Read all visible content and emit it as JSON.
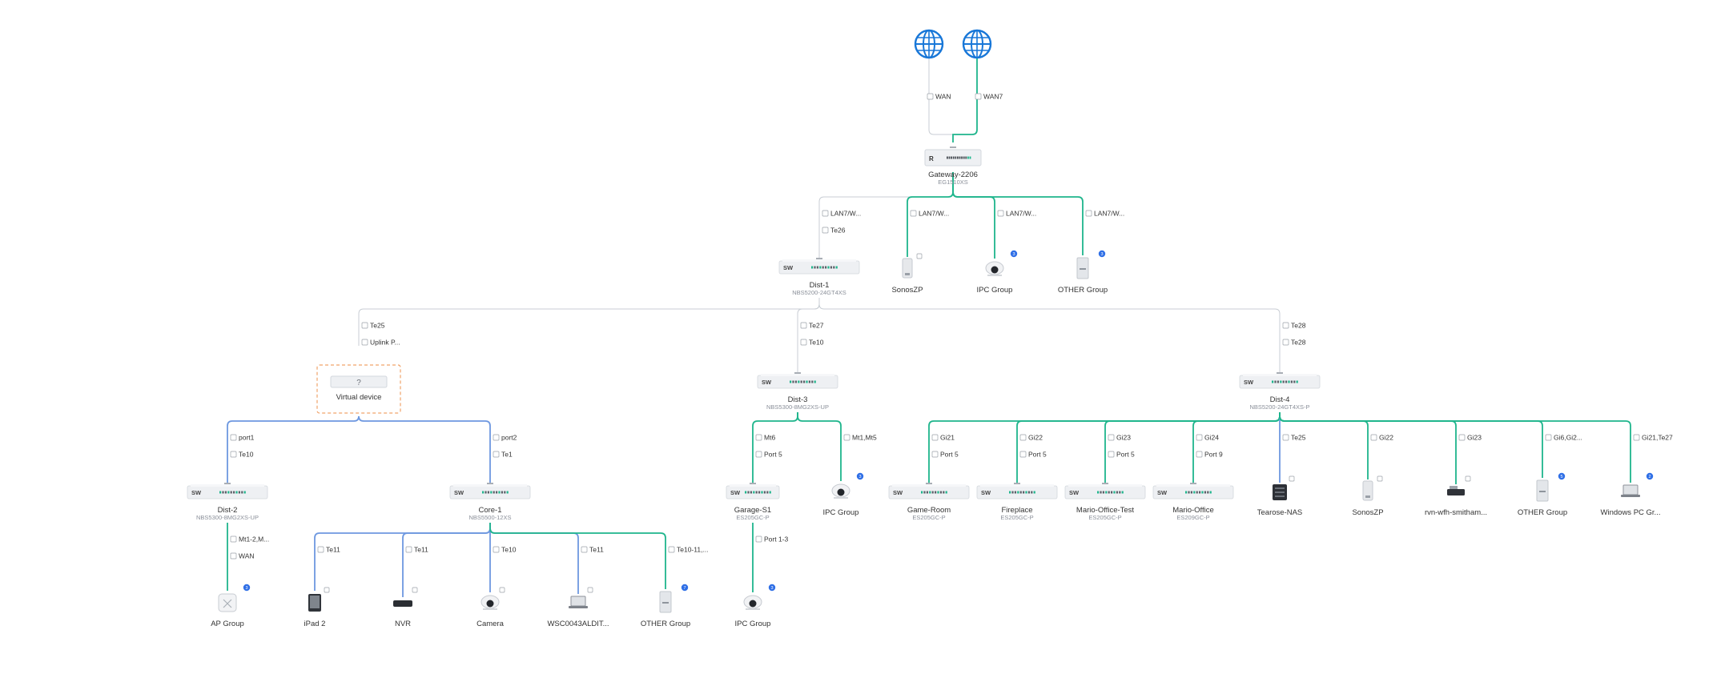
{
  "diagram": {
    "internet": [
      {
        "id": "inet1",
        "link_label": "WAN"
      },
      {
        "id": "inet2",
        "link_label": "WAN7"
      }
    ],
    "gateway": {
      "id": "gw",
      "name": "Gateway-2206",
      "model": "EG1510XS",
      "badge": "R"
    },
    "nodes": [
      {
        "id": "dist1",
        "kind": "switch",
        "name": "Dist-1",
        "model": "NBS5200-24GT4XS",
        "badge": "SW",
        "up": [
          "LAN7/W...",
          "Te26"
        ],
        "color": "gray"
      },
      {
        "id": "sonos1",
        "kind": "speaker",
        "name": "SonosZP",
        "model": "",
        "up": [
          "LAN7/W..."
        ],
        "color": "green"
      },
      {
        "id": "ipc1",
        "kind": "camera",
        "name": "IPC Group",
        "model": "",
        "up": [
          "LAN7/W..."
        ],
        "color": "green",
        "count": "3"
      },
      {
        "id": "other1",
        "kind": "other",
        "name": "OTHER Group",
        "model": "",
        "up": [
          "LAN7/W..."
        ],
        "color": "green",
        "count": "3"
      },
      {
        "id": "virt",
        "kind": "virtual",
        "name": "Virtual device",
        "model": "",
        "glyph": "?",
        "up": [
          "Te25",
          "Uplink P..."
        ],
        "color": "gray"
      },
      {
        "id": "dist3",
        "kind": "switch",
        "name": "Dist-3",
        "model": "NBS5300-8MG2XS-UP",
        "badge": "SW",
        "up": [
          "Te27",
          "Te10"
        ],
        "color": "gray"
      },
      {
        "id": "dist4",
        "kind": "switch",
        "name": "Dist-4",
        "model": "NBS5200-24GT4XS-P",
        "badge": "SW",
        "up": [
          "Te28",
          "Te28"
        ],
        "color": "gray"
      },
      {
        "id": "dist2",
        "kind": "switch",
        "name": "Dist-2",
        "model": "NBS5300-8MG2XS-UP",
        "badge": "SW",
        "up": [
          "port1",
          "Te10"
        ],
        "color": "blue"
      },
      {
        "id": "core1",
        "kind": "switch",
        "name": "Core-1",
        "model": "NBS5500-12XS",
        "badge": "SW",
        "up": [
          "port2",
          "Te1"
        ],
        "color": "blue"
      },
      {
        "id": "garage",
        "kind": "switch",
        "name": "Garage-S1",
        "model": "ES205GC-P",
        "badge": "SW",
        "up": [
          "Mt6",
          "Port 5"
        ],
        "color": "green"
      },
      {
        "id": "ipc3",
        "kind": "camera",
        "name": "IPC Group",
        "model": "",
        "up": [
          "Mt1,Mt5"
        ],
        "color": "green",
        "count": "3"
      },
      {
        "id": "game",
        "kind": "switch",
        "name": "Game-Room",
        "model": "ES205GC-P",
        "badge": "SW",
        "up": [
          "Gi21",
          "Port 5"
        ],
        "color": "green"
      },
      {
        "id": "fire",
        "kind": "switch",
        "name": "Fireplace",
        "model": "ES205GC-P",
        "badge": "SW",
        "up": [
          "Gi22",
          "Port 5"
        ],
        "color": "green"
      },
      {
        "id": "mariotest",
        "kind": "switch",
        "name": "Mario-Office-Test",
        "model": "ES205GC-P",
        "badge": "SW",
        "up": [
          "Gi23",
          "Port 5"
        ],
        "color": "green"
      },
      {
        "id": "mario",
        "kind": "switch",
        "name": "Mario-Office",
        "model": "ES209GC-P",
        "badge": "SW",
        "up": [
          "Gi24",
          "Port 9"
        ],
        "color": "green"
      },
      {
        "id": "nas",
        "kind": "nas",
        "name": "Tearose-NAS",
        "model": "",
        "up": [
          "Te25"
        ],
        "color": "blue"
      },
      {
        "id": "sonos2",
        "kind": "speaker",
        "name": "SonosZP",
        "model": "",
        "up": [
          "Gi22"
        ],
        "color": "green"
      },
      {
        "id": "rvn",
        "kind": "router",
        "name": "rvn-wfh-smitham...",
        "model": "",
        "up": [
          "Gi23"
        ],
        "color": "green"
      },
      {
        "id": "other4",
        "kind": "other",
        "name": "OTHER Group",
        "model": "",
        "up": [
          "Gi6,Gi2..."
        ],
        "color": "green",
        "count": "5"
      },
      {
        "id": "winpc",
        "kind": "laptop",
        "name": "Windows PC Gr...",
        "model": "",
        "up": [
          "Gi21,Te27"
        ],
        "color": "green",
        "count": "2"
      },
      {
        "id": "apg",
        "kind": "ap",
        "name": "AP Group",
        "model": "",
        "up": [
          "Mt1-2,M...",
          "WAN"
        ],
        "color": "green",
        "count": "3"
      },
      {
        "id": "ipad",
        "kind": "tablet",
        "name": "iPad 2",
        "model": "",
        "up": [
          "Te11"
        ],
        "color": "blue"
      },
      {
        "id": "nvr",
        "kind": "nvr",
        "name": "NVR",
        "model": "",
        "up": [
          "Te11"
        ],
        "color": "blue"
      },
      {
        "id": "cam",
        "kind": "camera",
        "name": "Camera",
        "model": "",
        "up": [
          "Te10"
        ],
        "color": "blue"
      },
      {
        "id": "wsc",
        "kind": "laptop",
        "name": "WSC0043ALDIT...",
        "model": "",
        "up": [
          "Te11"
        ],
        "color": "blue"
      },
      {
        "id": "othercore",
        "kind": "other",
        "name": "OTHER Group",
        "model": "",
        "up": [
          "Te10-11,..."
        ],
        "color": "green",
        "count": "7"
      },
      {
        "id": "ipcg",
        "kind": "camera",
        "name": "IPC Group",
        "model": "",
        "up": [
          "Port 1-3"
        ],
        "color": "green",
        "count": "3"
      }
    ],
    "colors": {
      "gray": "#c8cdd4",
      "green": "#1fb58c",
      "blue": "#6e98e0",
      "globe": "#1877d8",
      "badge": "#2f6fe6",
      "virtual": "#f0a36a"
    }
  }
}
